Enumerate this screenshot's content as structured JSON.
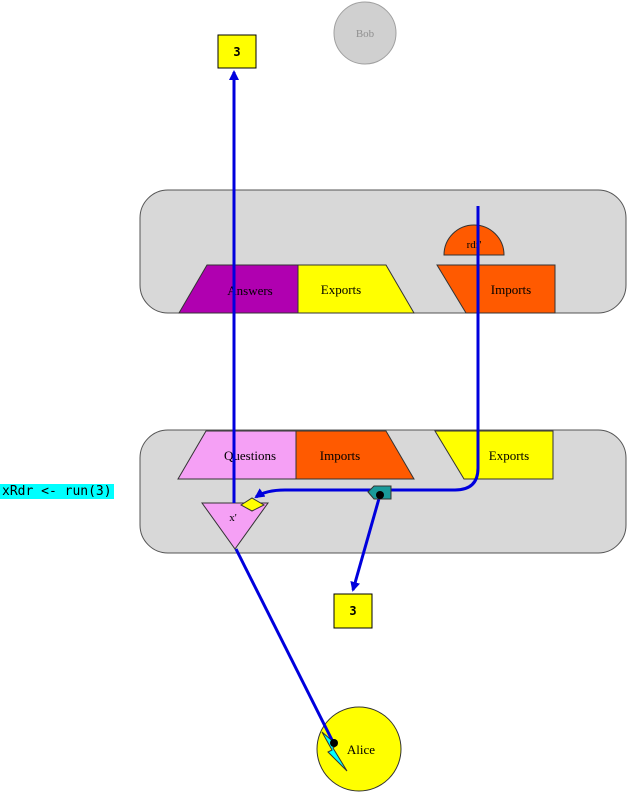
{
  "code_label": "xRdr <- run(3)",
  "nodes": {
    "bob": "Bob",
    "alice": "Alice",
    "top_value": "3",
    "bottom_value": "3",
    "remote_promise": "rdr'",
    "local_promise": "x'"
  },
  "upper_vat": {
    "answers": "Answers",
    "exports": "Exports",
    "imports": "Imports"
  },
  "lower_vat": {
    "questions": "Questions",
    "imports": "Imports",
    "exports": "Exports"
  },
  "colors": {
    "arrow": "#0000dd",
    "vat_fill": "#d8d8d8",
    "answers": "#b000b0",
    "exports": "#ffff00",
    "imports": "#ff5a00",
    "questions": "#f5a0f5",
    "alice": "#ffff00",
    "bob": "#d0d0d0",
    "code_bg": "#00ffff"
  }
}
